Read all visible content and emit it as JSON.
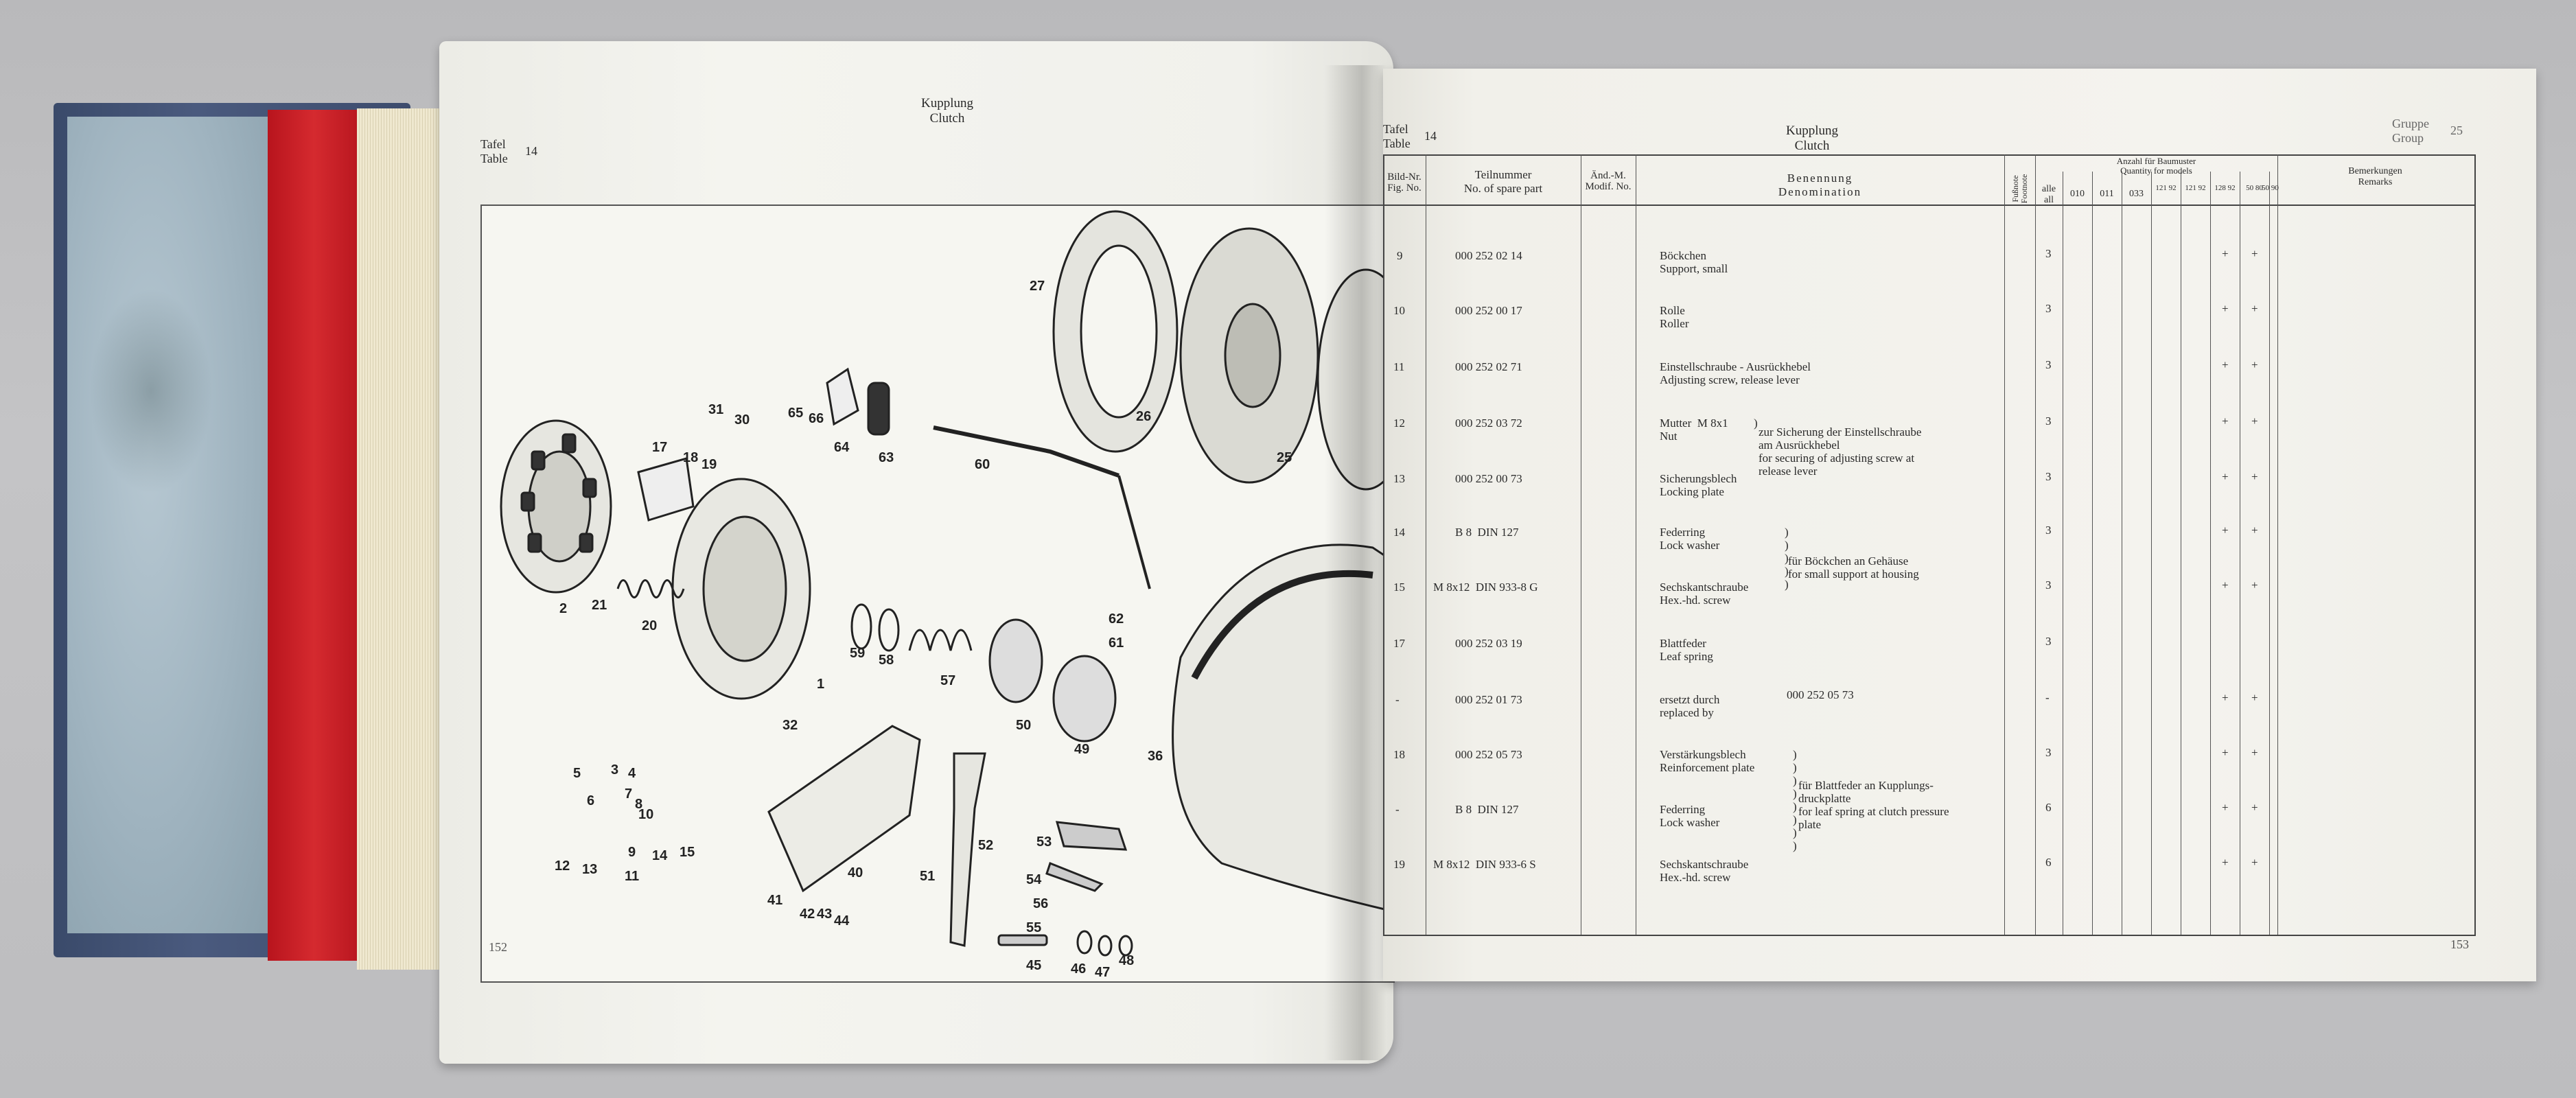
{
  "left_page": {
    "tafel_label": "Tafel",
    "table_label": "Table",
    "tafel_number": "14",
    "title_de": "Kupplung",
    "title_en": "Clutch",
    "page_number": "152"
  },
  "right_page": {
    "tafel_label": "Tafel",
    "table_label": "Table",
    "tafel_number": "14",
    "title_de": "Kupplung",
    "title_en": "Clutch",
    "gruppe_label": "Gruppe",
    "group_label": "Group",
    "group_number": "25",
    "page_number": "153",
    "headers": {
      "fig_de": "Bild-Nr.",
      "fig_en": "Fig. No.",
      "part_de": "Teilnummer",
      "part_en": "No. of spare part",
      "modif_de": "Änd.-M.",
      "modif_en": "Modif. No.",
      "denom_de": "Benennung",
      "denom_en": "Denomination",
      "fullness": "Fußnote Footnote",
      "qty_de": "Anzahl für Baumuster",
      "qty_en": "Quantity for models",
      "col_all_de": "alle",
      "col_all_en": "all",
      "col_010": "010",
      "col_011": "011",
      "col_033": "033",
      "col_5": "121 92",
      "col_6": "121 92",
      "col_7": "128 92",
      "col_8": "50 80",
      "col_9": "50 90",
      "remarks_de": "Bemerkungen",
      "remarks_en": "Remarks"
    },
    "rows": [
      {
        "fig": "9",
        "part": "000 252 02 14",
        "name_de": "Böckchen",
        "name_en": "Support, small",
        "qty": "3"
      },
      {
        "fig": "10",
        "part": "000 252 00 17",
        "name_de": "Rolle",
        "name_en": "Roller",
        "qty": "3"
      },
      {
        "fig": "11",
        "part": "000 252 02 71",
        "name_de": "Einstellschraube - Ausrückhebel",
        "name_en": "Adjusting screw, release lever",
        "qty": "3"
      },
      {
        "fig": "12",
        "part": "000 252 03 72",
        "name_de": "Mutter  M 8x1",
        "name_en": "Nut",
        "qty": "3"
      },
      {
        "fig": "13",
        "part": "000 252 00 73",
        "name_de": "Sicherungsblech",
        "name_en": "Locking plate",
        "qty": "3"
      },
      {
        "fig": "14",
        "part": "B 8  DIN 127",
        "name_de": "Federring",
        "name_en": "Lock washer",
        "qty": "3"
      },
      {
        "fig": "15",
        "part": "M 8x12  DIN 933-8 G",
        "name_de": "Sechskantschraube",
        "name_en": "Hex.-hd. screw",
        "qty": "3"
      },
      {
        "fig": "17",
        "part": "000 252 03 19",
        "name_de": "Blattfeder",
        "name_en": "Leaf spring",
        "qty": "3"
      },
      {
        "fig": "-",
        "part": "000 252 01 73",
        "name_de": "ersetzt durch",
        "name_en": "replaced by",
        "qty": "-"
      },
      {
        "fig": "18",
        "part": "000 252 05 73",
        "name_de": "Verstärkungsblech",
        "name_en": "Reinforcement plate",
        "qty": "3"
      },
      {
        "fig": "-",
        "part": "B 8  DIN 127",
        "name_de": "Federring",
        "name_en": "Lock washer",
        "qty": "6"
      },
      {
        "fig": "19",
        "part": "M 8x12  DIN 933-6 S",
        "name_de": "Sechskantschraube",
        "name_en": "Hex.-hd. screw",
        "qty": "6"
      }
    ],
    "notes": {
      "n12a": "zur Sicherung der Einstellschraube",
      "n12b": "am Ausrückhebel",
      "n12c": "for securing of adjusting screw at",
      "n12d": "release lever",
      "n14a": "für Böckchen an Gehäuse",
      "n14b": "for small support at housing",
      "replacement": "000 252 05 73",
      "n18a": "für Blattfeder an Kupplungs-",
      "n18b": "druckplatte",
      "n18c": "for leaf spring at clutch pressure",
      "n18d": "plate"
    },
    "plus": "+"
  },
  "diagram_labels": [
    "1",
    "2",
    "3",
    "4",
    "5",
    "6",
    "7",
    "8",
    "9",
    "10",
    "11",
    "12",
    "13",
    "14",
    "15",
    "17",
    "18",
    "19",
    "20",
    "21",
    "25",
    "26",
    "27",
    "30",
    "31",
    "32",
    "36",
    "40",
    "41",
    "42",
    "43",
    "44",
    "45",
    "46",
    "47",
    "48",
    "49",
    "50",
    "51",
    "52",
    "53",
    "54",
    "55",
    "56",
    "57",
    "58",
    "59",
    "60",
    "61",
    "62",
    "63",
    "64",
    "65",
    "66"
  ]
}
